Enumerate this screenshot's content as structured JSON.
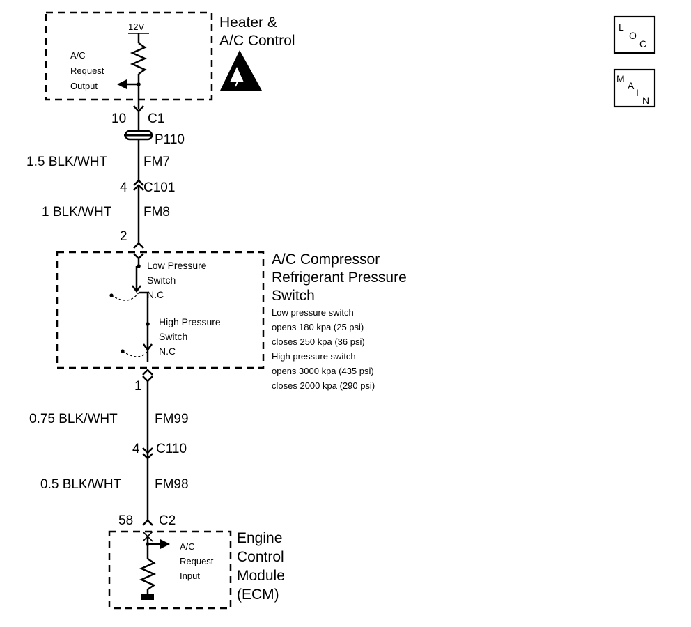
{
  "heater_module": {
    "title_line1": "Heater &",
    "title_line2": "A/C Control",
    "voltage": "12V",
    "output_line1": "A/C",
    "output_line2": "Request",
    "output_line3": "Output",
    "esd_icon": "esd-warning-icon"
  },
  "connections": {
    "c1_pin": "10",
    "c1_name": "C1",
    "p110_name": "P110",
    "fm7_wire": "1.5 BLK/WHT",
    "fm7_circuit": "FM7",
    "c101_pin": "4",
    "c101_name": "C101",
    "fm8_wire": "1 BLK/WHT",
    "fm8_circuit": "FM8",
    "switch_top_pin": "2",
    "switch_bottom_pin": "1",
    "fm99_wire": "0.75 BLK/WHT",
    "fm99_circuit": "FM99",
    "c110_pin": "4",
    "c110_name": "C110",
    "fm98_wire": "0.5 BLK/WHT",
    "fm98_circuit": "FM98",
    "c2_pin": "58",
    "c2_name": "C2"
  },
  "pressure_switch": {
    "title_line1": "A/C Compressor",
    "title_line2": "Refrigerant Pressure",
    "title_line3": "Switch",
    "low_label1": "Low Pressure",
    "low_label2": "Switch",
    "low_label3": "N.C",
    "high_label1": "High Pressure",
    "high_label2": "Switch",
    "high_label3": "N.C",
    "spec1": "Low pressure switch",
    "spec2": "opens 180 kpa (25 psi)",
    "spec3": "closes 250 kpa (36 psi)",
    "spec4": "High pressure switch",
    "spec5": "opens 3000 kpa (435 psi)",
    "spec6": "closes 2000 kpa (290 psi)"
  },
  "ecm": {
    "title_line1": "Engine",
    "title_line2": "Control",
    "title_line3": "Module",
    "title_line4": "(ECM)",
    "input_line1": "A/C",
    "input_line2": "Request",
    "input_line3": "Input"
  },
  "nav": {
    "loc_l": "L",
    "loc_o": "O",
    "loc_c": "C",
    "main_m": "M",
    "main_a": "A",
    "main_i": "I",
    "main_n": "N"
  }
}
